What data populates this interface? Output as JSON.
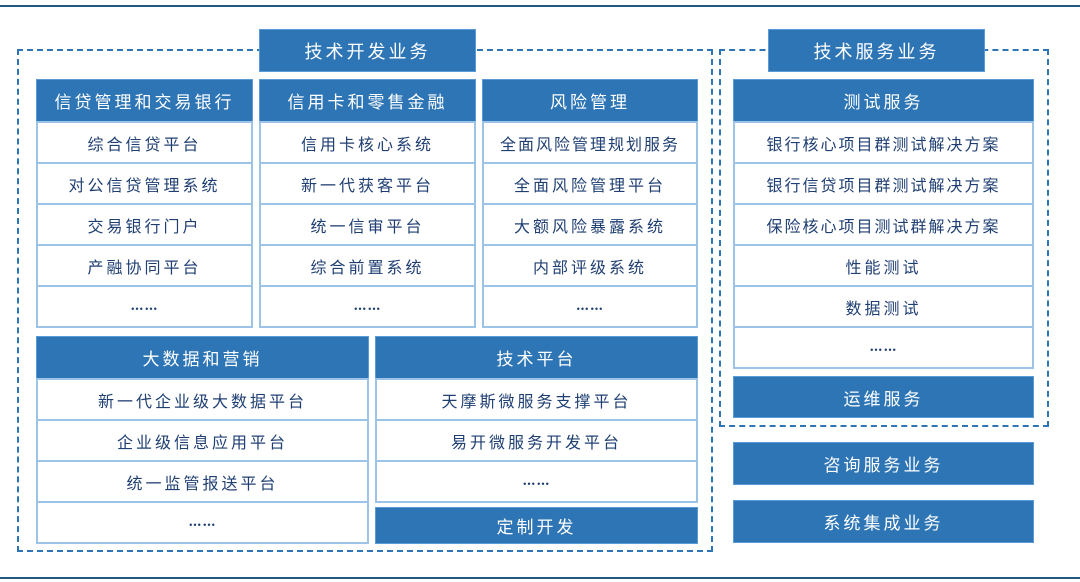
{
  "diagram": {
    "tech_dev": {
      "title": "技术开发业务",
      "columns": [
        {
          "header": "信贷管理和交易银行",
          "items": [
            "综合信贷平台",
            "对公信贷管理系统",
            "交易银行门户",
            "产融协同平台",
            "……"
          ]
        },
        {
          "header": "信用卡和零售金融",
          "items": [
            "信用卡核心系统",
            "新一代获客平台",
            "统一信审平台",
            "综合前置系统",
            "……"
          ]
        },
        {
          "header": "风险管理",
          "items": [
            "全面风险管理规划服务",
            "全面风险管理平台",
            "大额风险暴露系统",
            "内部评级系统",
            "……"
          ]
        }
      ],
      "bigdata": {
        "header": "大数据和营销",
        "items": [
          "新一代企业级大数据平台",
          "企业级信息应用平台",
          "统一监管报送平台",
          "……"
        ]
      },
      "techplatform": {
        "header": "技术平台",
        "items": [
          "天摩斯微服务支撑平台",
          "易开微服务开发平台",
          "……"
        ]
      },
      "custom": "定制开发"
    },
    "tech_service": {
      "title": "技术服务业务",
      "testing": {
        "header": "测试服务",
        "items": [
          "银行核心项目群测试解决方案",
          "银行信贷项目群测试解决方案",
          "保险核心项目测试群解决方案",
          "性能测试",
          "数据测试",
          "……"
        ]
      },
      "ops": "运维服务"
    },
    "consulting": "咨询服务业务",
    "integration": "系统集成业务"
  },
  "colors": {
    "header_fill": "#2e75b6",
    "cell_border": "#9dc3e6",
    "cell_text": "#1f3f73",
    "rule": "#1f5a82"
  }
}
